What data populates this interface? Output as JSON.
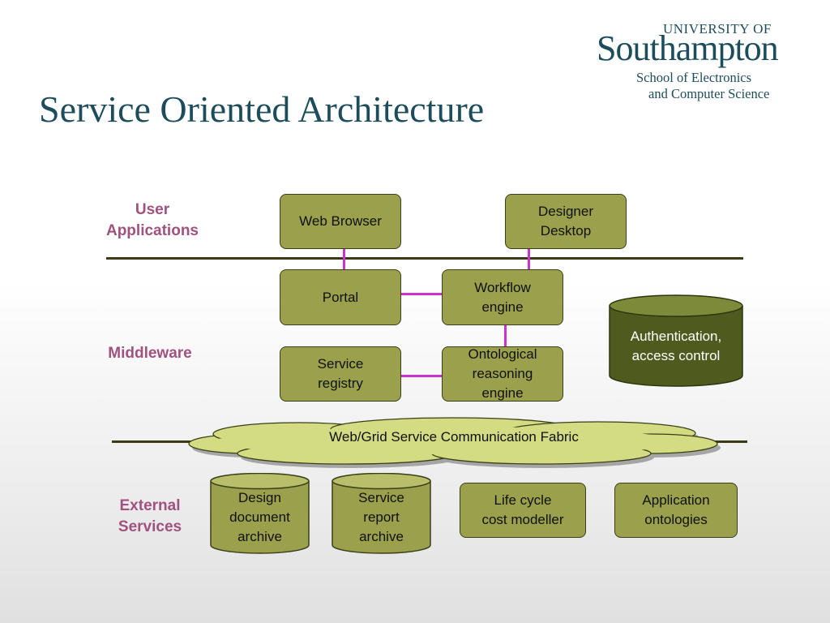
{
  "title": "Service Oriented Architecture",
  "logo": {
    "university_of": "UNIVERSITY OF",
    "university_name": "Southampton",
    "school_line1": "School of Electronics",
    "school_line2": "and Computer Science"
  },
  "layers": {
    "user_applications": "User\nApplications",
    "middleware": "Middleware",
    "external_services": "External\nServices"
  },
  "user_apps": {
    "web_browser": "Web Browser",
    "designer_desktop": "Designer\nDesktop"
  },
  "middleware": {
    "portal": "Portal",
    "workflow_engine": "Workflow\nengine",
    "service_registry": "Service\nregistry",
    "ontological_engine": "Ontological\nreasoning\nengine",
    "authentication": "Authentication,\naccess control"
  },
  "fabric": "Web/Grid Service Communication Fabric",
  "external": {
    "design_archive": "Design\ndocument\narchive",
    "service_report_archive": "Service\nreport\narchive",
    "life_cycle": "Life cycle\ncost modeller",
    "app_ontologies": "Application\nontologies"
  },
  "colors": {
    "title": "#1d4d5c",
    "layer_label": "#a0527f",
    "box_fill": "#9aa04c",
    "auth_fill": "#4e5a1e",
    "fabric_fill": "#d3dc82",
    "connector": "#cc33cc"
  }
}
